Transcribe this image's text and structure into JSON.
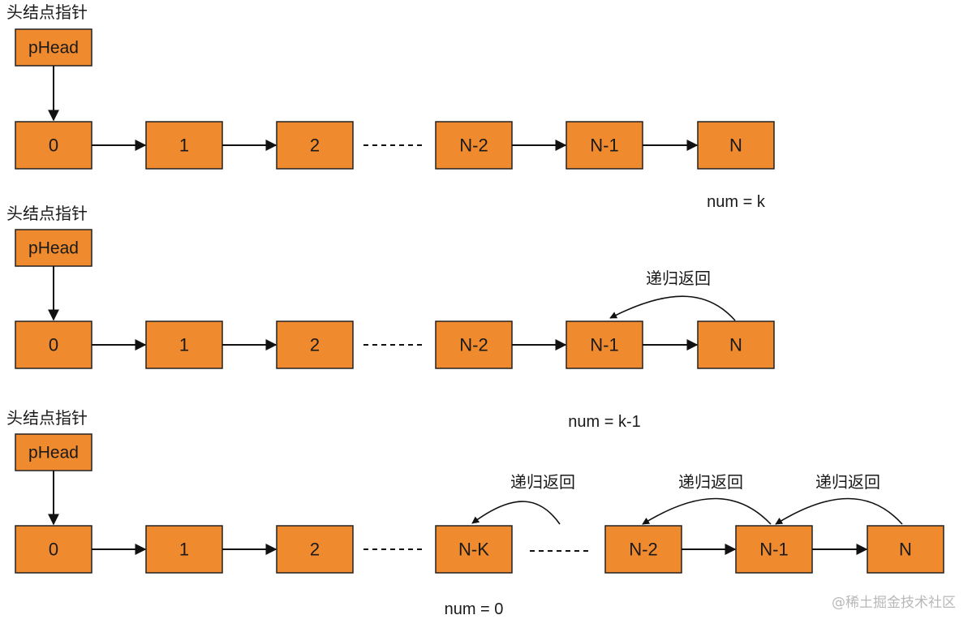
{
  "colors": {
    "node_fill": "#f08a2e",
    "node_stroke": "#222222",
    "line": "#111111",
    "text": "#1a1a1a",
    "watermark": "#b8b8b8"
  },
  "rows": [
    {
      "head_label": "头结点指针",
      "phead": "pHead",
      "nodes": [
        "0",
        "1",
        "2",
        "N-2",
        "N-1",
        "N"
      ],
      "recursion_labels": [],
      "num_label": "num = k"
    },
    {
      "head_label": "头结点指针",
      "phead": "pHead",
      "nodes": [
        "0",
        "1",
        "2",
        "N-2",
        "N-1",
        "N"
      ],
      "recursion_labels": [
        "递归返回"
      ],
      "num_label": "num = k-1"
    },
    {
      "head_label": "头结点指针",
      "phead": "pHead",
      "nodes": [
        "0",
        "1",
        "2",
        "N-K",
        "N-2",
        "N-1",
        "N"
      ],
      "recursion_labels": [
        "递归返回",
        "递归返回",
        "递归返回"
      ],
      "num_label": "num = 0"
    }
  ],
  "watermark": "@稀土掘金技术社区"
}
